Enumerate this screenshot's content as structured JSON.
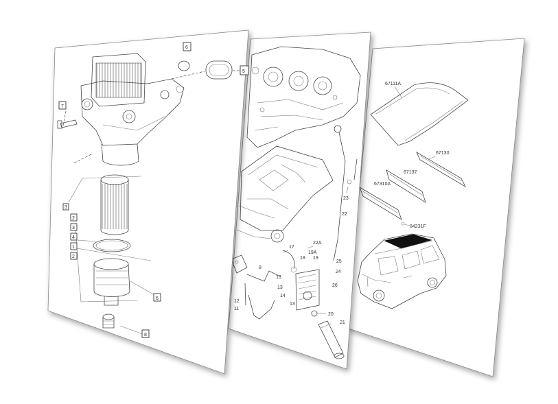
{
  "sheets": [
    {
      "id": "oil-filter-housing",
      "callouts": [
        "6",
        "5",
        "7",
        "3",
        "2",
        "3",
        "4",
        "1",
        "2",
        "6",
        "8"
      ]
    },
    {
      "id": "engine-oil-pan",
      "labels": [
        "23",
        "22",
        "22A",
        "17",
        "18",
        "19A",
        "19",
        "25",
        "24",
        "26",
        "8",
        "13",
        "13",
        "12",
        "11",
        "14",
        "13",
        "20",
        "21"
      ]
    },
    {
      "id": "body-roof",
      "labels": [
        "67111A",
        "67130",
        "67137",
        "67310A",
        "84231F"
      ]
    }
  ]
}
